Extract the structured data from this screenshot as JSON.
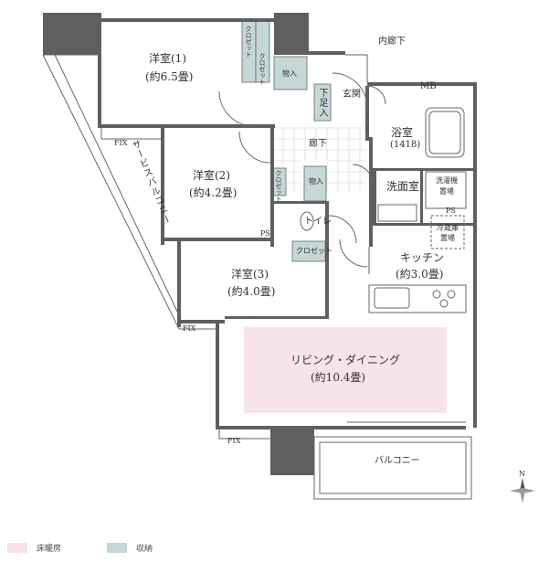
{
  "colors": {
    "wall": "#5f5f5f",
    "line": "#666666",
    "floor_heating": "#f6e4ea",
    "storage": "#c5d7d6",
    "hall_tile": "#ffffff"
  },
  "rooms": {
    "western1_name": "洋室(1)",
    "western1_size": "(約6.5畳)",
    "western2_name": "洋室(2)",
    "western2_size": "(約4.2畳)",
    "western3_name": "洋室(3)",
    "western3_size": "(約4.0畳)",
    "living_name": "リビング・ダイニング",
    "living_size": "(約10.4畳)",
    "kitchen_name": "キッチン",
    "kitchen_size": "(約3.0畳)",
    "bath_name": "浴室",
    "bath_size": "(1418)",
    "washroom": "洗面室",
    "washer_line1": "洗濯機",
    "washer_line2": "置場",
    "fridge_line1": "冷蔵庫",
    "fridge_line2": "置場",
    "toilet": "トイレ",
    "hallway": "廊下",
    "inner_hallway": "内廊下",
    "entrance": "玄関",
    "shoe_storage": "下足入",
    "storage1": "物入",
    "storage2": "物入",
    "closet": "クロゼット",
    "service_balcony": "サービスバルコニー",
    "balcony": "バルコニー",
    "mb": "MB",
    "ps": "PS",
    "fix": "FIX",
    "compass": "N"
  },
  "legend": [
    {
      "label": "床暖房",
      "color": "#f6e4ea"
    },
    {
      "label": "収納",
      "color": "#c5d7d6"
    }
  ]
}
